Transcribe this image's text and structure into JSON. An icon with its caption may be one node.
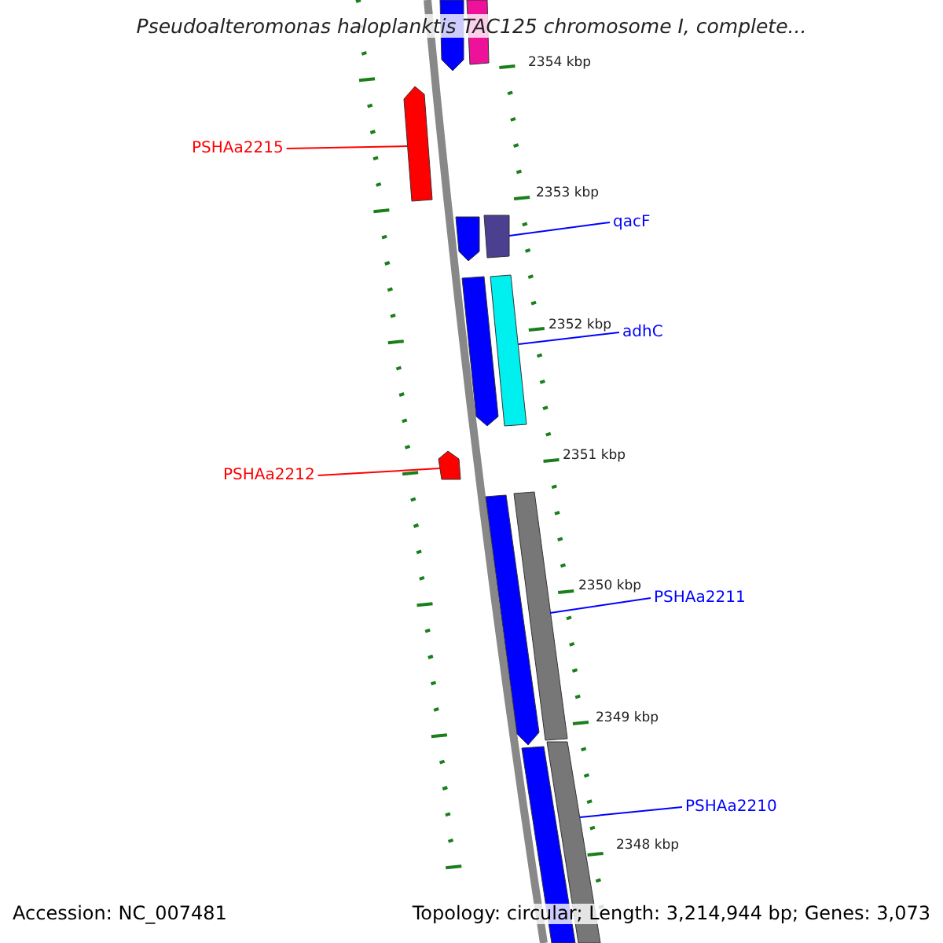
{
  "diagram": {
    "title": "Pseudoalteromonas haloplanktis TAC125 chromosome I, complete...",
    "nodes": [
      {
        "text": [],
        "shape": "bar"
      },
      {
        "text": [],
        "shape": "bar"
      },
      {
        "text": [],
        "shape": "bar"
      },
      {
        "text": [
          "PSHAa2215"
        ]
      },
      {
        "text": [],
        "shape": "bar"
      },
      {
        "text": [],
        "shape": "bar"
      },
      {
        "text": [
          "qacF"
        ]
      },
      {
        "text": [],
        "shape": "bar"
      },
      {
        "text": [],
        "shape": "bar"
      },
      {
        "text": [
          "adhC"
        ]
      },
      {
        "text": [],
        "shape": "bar"
      },
      {
        "text": [
          "PSHAa2212"
        ]
      },
      {
        "text": [],
        "shape": "bar"
      },
      {
        "text": [],
        "shape": "bar"
      },
      {
        "text": [
          "PSHAa2211"
        ]
      },
      {
        "text": [],
        "shape": "bar"
      },
      {
        "text": [],
        "shape": "bar"
      },
      {
        "text": [
          "PSHAa2210"
        ]
      }
    ],
    "edges": [
      {
        "from": 3,
        "to": 2,
        "arrow": "none",
        "color": "#ff0000"
      },
      {
        "from": 6,
        "to": 5,
        "arrow": "none"
      },
      {
        "from": 9,
        "to": 8,
        "arrow": "none"
      },
      {
        "from": 11,
        "to": 10,
        "arrow": "none",
        "color": "#ff0000"
      },
      {
        "from": 14,
        "to": 13,
        "arrow": "none"
      },
      {
        "from": 17,
        "to": 16,
        "arrow": "none"
      }
    ],
    "labels": [
      "2354 kbp",
      "2353 kbp",
      "2352 kbp",
      "2351 kbp",
      "2350 kbp",
      "2349 kbp",
      "2348 kbp",
      "Accession: NC_007481",
      "Topology: circular; Length: 3,214,944 bp; Genes: 3,073"
    ]
  }
}
